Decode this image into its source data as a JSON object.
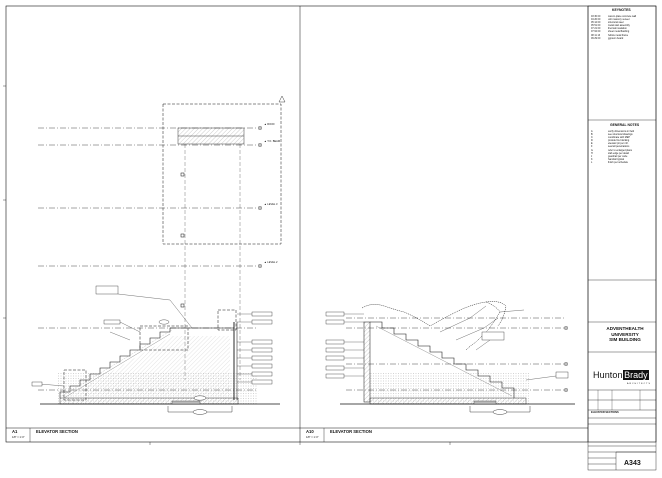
{
  "drawing_title_left": {
    "number": "A1",
    "title": "ELEVATOR SECTION",
    "scale": "1/8\" = 1'-0\""
  },
  "drawing_title_right": {
    "number": "A10",
    "title": "ELEVATOR SECTION",
    "scale": "1/8\" = 1'-0\""
  },
  "notes_top": {
    "title": "KEYNOTES",
    "items": [
      {
        "key": "03 30 00",
        "text": "cast-in-place concrete wall"
      },
      {
        "key": "04 20 00",
        "text": "unit masonry veneer"
      },
      {
        "key": "05 12 00",
        "text": "structural steel"
      },
      {
        "key": "05 51 00",
        "text": "metal stair assembly"
      },
      {
        "key": "07 21 00",
        "text": "thermal insulation"
      },
      {
        "key": "07 62 00",
        "text": "sheet metal flashing"
      },
      {
        "key": "08 11 13",
        "text": "hollow metal frame"
      },
      {
        "key": "09 29 00",
        "text": "gypsum board"
      }
    ]
  },
  "notes_general": {
    "title": "GENERAL NOTES",
    "items": [
      {
        "key": "A",
        "text": "verify dimensions in field"
      },
      {
        "key": "B",
        "text": "see structural drawings"
      },
      {
        "key": "C",
        "text": "coordinate with MEP"
      },
      {
        "key": "D",
        "text": "provide fire blocking"
      },
      {
        "key": "E",
        "text": "elevator pit per mfr."
      },
      {
        "key": "F",
        "text": "seal all penetrations"
      },
      {
        "key": "G",
        "text": "refer to enlarged plans"
      },
      {
        "key": "H",
        "text": "slab edge per detail"
      },
      {
        "key": "J",
        "text": "guardrail per code"
      },
      {
        "key": "K",
        "text": "handrail typical"
      },
      {
        "key": "L",
        "text": "finish per schedule"
      }
    ]
  },
  "client": {
    "line1": "ADVENTHEALTH",
    "line2": "UNIVERSITY",
    "line3": "SIM BUILDING"
  },
  "firm": {
    "name_a": "Hunton",
    "name_b": "Brady",
    "sub": "ARCHITECTS"
  },
  "sheet": {
    "title": "ELEVATOR SECTIONS",
    "number": "A343"
  },
  "colors": {
    "line": "#111111",
    "hatch": "#9a9a9a",
    "dash": "#555555"
  },
  "icons": [
    "north-arrow-icon",
    "section-marker-icon"
  ]
}
